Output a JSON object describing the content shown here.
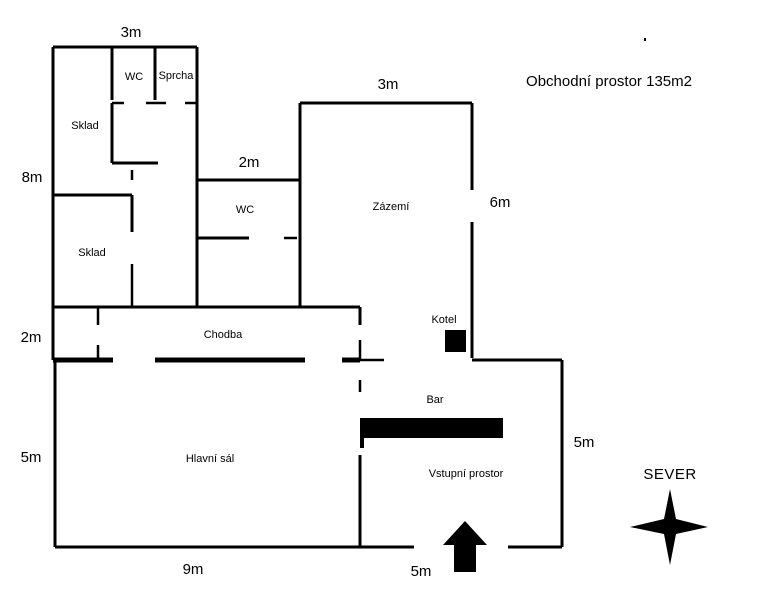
{
  "title": "Obchodní prostor 135m2",
  "rooms": {
    "wc_top": "WC",
    "sprcha": "Sprcha",
    "sklad_top": "Sklad",
    "sklad_bottom": "Sklad",
    "wc_middle": "WC",
    "zazemi": "Zázemí",
    "kotel": "Kotel",
    "chodba": "Chodba",
    "bar": "Bar",
    "hlavni_sal": "Hlavní sál",
    "vstupni_prostor": "Vstupní prostor"
  },
  "dimensions": {
    "left_block_width": "3m",
    "left_block_height": "8m",
    "wc_width": "2m",
    "zazemi_width": "3m",
    "zazemi_height": "6m",
    "chodba_height": "2m",
    "hall_height": "5m",
    "hall_width": "9m",
    "entrance_width": "5m",
    "entrance_height": "5m"
  },
  "compass": {
    "label": "SEVER",
    "icon": "compass-star-icon"
  },
  "entrance_icon": "entrance-arrow-icon",
  "colors": {
    "ink": "#000000",
    "background": "#ffffff"
  }
}
